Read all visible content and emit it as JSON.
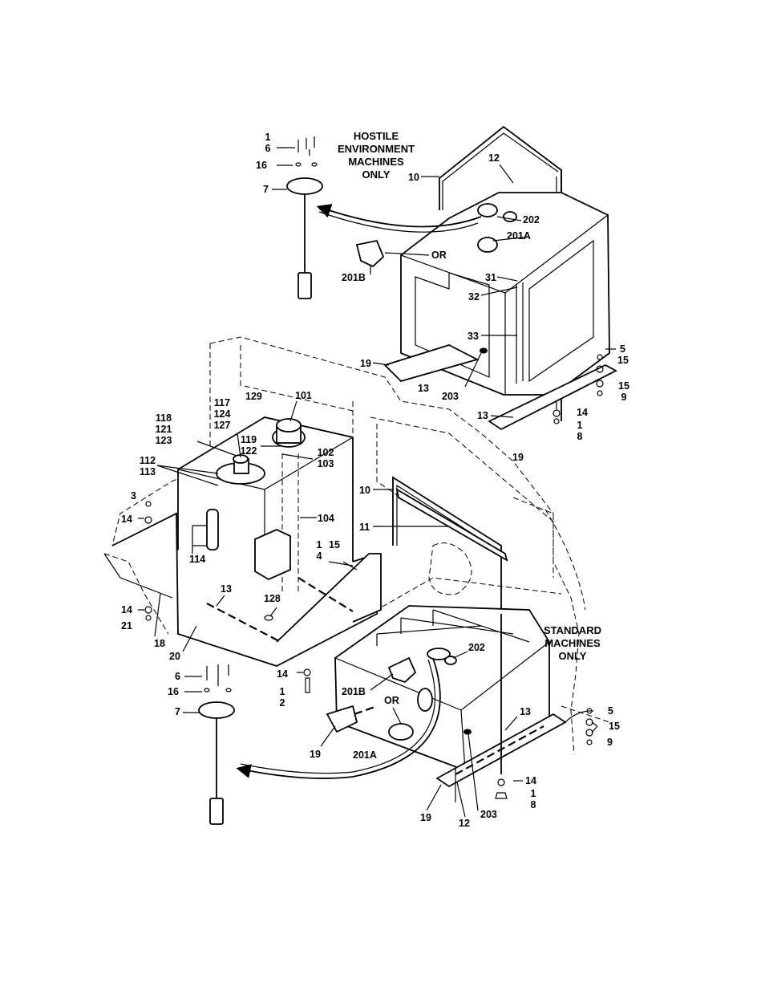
{
  "notes": {
    "hostile": "HOSTILE\nENVIRONMENT\nMACHINES\nONLY",
    "standard": "STANDARD\nMACHINES\nONLY"
  },
  "callouts": [
    {
      "id": "h-1-6",
      "text": "1\n6"
    },
    {
      "id": "h-16",
      "text": "16"
    },
    {
      "id": "h-7",
      "text": "7"
    },
    {
      "id": "h-10",
      "text": "10"
    },
    {
      "id": "h-12",
      "text": "12"
    },
    {
      "id": "h-202",
      "text": "202"
    },
    {
      "id": "h-201a",
      "text": "201A"
    },
    {
      "id": "h-or",
      "text": "OR"
    },
    {
      "id": "h-201b",
      "text": "201B"
    },
    {
      "id": "h-31",
      "text": "31"
    },
    {
      "id": "h-32",
      "text": "32"
    },
    {
      "id": "h-33",
      "text": "33"
    },
    {
      "id": "h-19a",
      "text": "19"
    },
    {
      "id": "h-13a",
      "text": "13"
    },
    {
      "id": "h-203",
      "text": "203"
    },
    {
      "id": "h-5",
      "text": "5"
    },
    {
      "id": "h-15a",
      "text": "15"
    },
    {
      "id": "h-15-9",
      "text": "15\n9"
    },
    {
      "id": "h-13b",
      "text": "13"
    },
    {
      "id": "h-14",
      "text": "14"
    },
    {
      "id": "h-1-8",
      "text": "1\n8"
    },
    {
      "id": "h-19b",
      "text": "19"
    },
    {
      "id": "m-129",
      "text": "129"
    },
    {
      "id": "m-101",
      "text": "101"
    },
    {
      "id": "m-117",
      "text": "117\n124\n127"
    },
    {
      "id": "m-118",
      "text": "118\n121\n123"
    },
    {
      "id": "m-119",
      "text": "119\n122"
    },
    {
      "id": "m-102",
      "text": "102\n103"
    },
    {
      "id": "m-112",
      "text": "112\n113"
    },
    {
      "id": "m-3",
      "text": "3"
    },
    {
      "id": "m-14a",
      "text": "14"
    },
    {
      "id": "m-104",
      "text": "104"
    },
    {
      "id": "m-10",
      "text": "10"
    },
    {
      "id": "m-11",
      "text": "11"
    },
    {
      "id": "m-1-4",
      "text": "1\n4"
    },
    {
      "id": "m-15",
      "text": "15"
    },
    {
      "id": "m-114",
      "text": "114"
    },
    {
      "id": "m-13",
      "text": "13"
    },
    {
      "id": "m-128",
      "text": "128"
    },
    {
      "id": "m-14b",
      "text": "14"
    },
    {
      "id": "m-21",
      "text": "21"
    },
    {
      "id": "m-18",
      "text": "18"
    },
    {
      "id": "m-20",
      "text": "20"
    },
    {
      "id": "m-14c",
      "text": "14"
    },
    {
      "id": "m-1-2",
      "text": "1\n2"
    },
    {
      "id": "l-6",
      "text": "6"
    },
    {
      "id": "l-16",
      "text": "16"
    },
    {
      "id": "l-7",
      "text": "7"
    },
    {
      "id": "s-202",
      "text": "202"
    },
    {
      "id": "s-201b",
      "text": "201B"
    },
    {
      "id": "s-or",
      "text": "OR"
    },
    {
      "id": "s-19a",
      "text": "19"
    },
    {
      "id": "s-201a",
      "text": "201A"
    },
    {
      "id": "s-13",
      "text": "13"
    },
    {
      "id": "s-5",
      "text": "5"
    },
    {
      "id": "s-15",
      "text": "15"
    },
    {
      "id": "s-9",
      "text": "9"
    },
    {
      "id": "s-14",
      "text": "14"
    },
    {
      "id": "s-1-8",
      "text": "1\n8"
    },
    {
      "id": "s-19b",
      "text": "19"
    },
    {
      "id": "s-12",
      "text": "12"
    },
    {
      "id": "s-203",
      "text": "203"
    }
  ]
}
